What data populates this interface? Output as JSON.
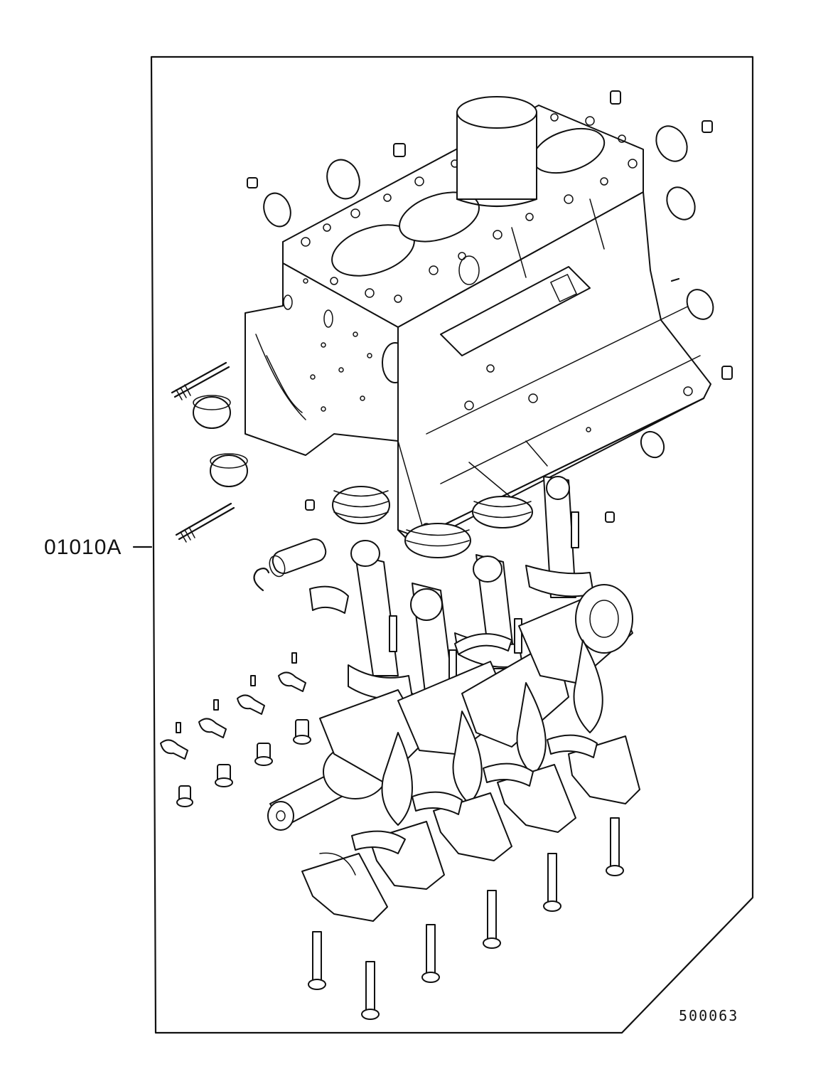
{
  "diagram": {
    "callout_label": "01010A",
    "figure_number": "500063",
    "colors": {
      "line": "#111111",
      "background": "#ffffff"
    },
    "parts": [
      "cylinder-block",
      "piston",
      "cylinder-bore",
      "core-plug",
      "connecting-rod",
      "crankshaft",
      "main-bearing-cap",
      "main-bearing-cap-bolt",
      "connecting-rod-bolt",
      "bearing-shell",
      "piston-pin",
      "snap-ring",
      "stud-bolt",
      "oil-jet",
      "dowel-pin"
    ]
  }
}
